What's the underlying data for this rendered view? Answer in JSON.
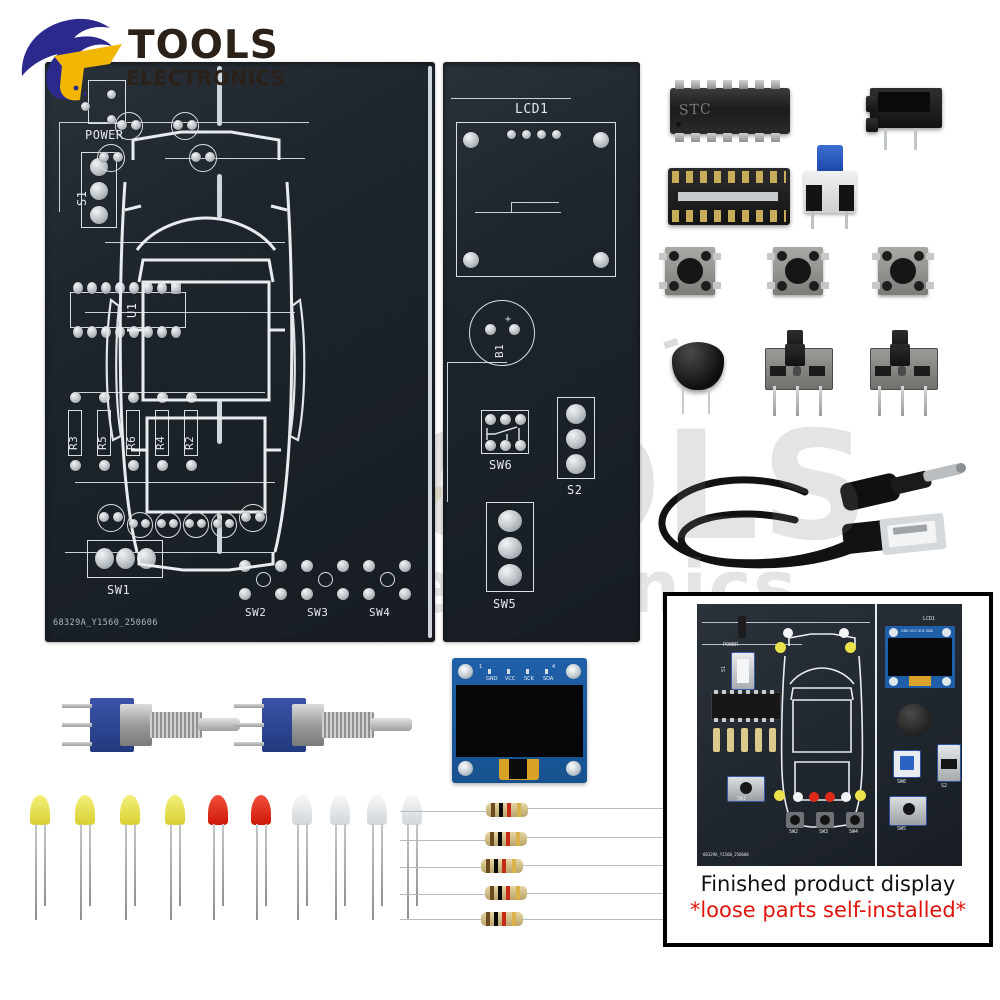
{
  "brand": {
    "logo_icon": "tools-electronics-swoosh-logo",
    "name_top": "TOOLS",
    "name_bottom": "ELECTRONICS",
    "logo_colors": {
      "blue": "#2b2a8c",
      "yellow": "#f2b705",
      "text": "#2b2119"
    }
  },
  "watermark": {
    "line1": "TOOLS",
    "line2": "Electronics"
  },
  "pcb": {
    "board_code": "68329A_Y1560_250606",
    "board_color": "#1d242b",
    "silkscreen_color": "#d8dee3",
    "left_panel": {
      "power_label": "POWER",
      "s1_label": "S1",
      "ic_label": "U1",
      "resistor_labels": [
        "R3",
        "R5",
        "R6",
        "R4",
        "R2"
      ],
      "sw1_label": "SW1",
      "button_labels": [
        "SW2",
        "SW3",
        "SW4"
      ],
      "car_graphic": "car-top-view-silhouette"
    },
    "right_panel": {
      "lcd_label": "LCD1",
      "buzzer_label": "B1",
      "buzzer_polarity": "+",
      "sw6_label": "SW6",
      "s2_label": "S2",
      "sw5_label": "SW5"
    }
  },
  "components": {
    "ic": {
      "name": "STC microcontroller DIP IC",
      "marking": "STC"
    },
    "socket": {
      "name": "16-pin DIP IC socket"
    },
    "dc_jack": {
      "name": "DC power barrel jack"
    },
    "self_lock_switch": {
      "name": "blue self-locking push switch"
    },
    "tact_buttons": {
      "name": "tactile push button",
      "count": 3
    },
    "buzzer": {
      "name": "active buzzer"
    },
    "slide_switches": {
      "name": "SPDT slide switch",
      "count": 2
    },
    "usb_cable": {
      "name": "USB to DC 5.5mm power cable"
    },
    "toggle_switches": {
      "name": "blue toggle switch 3-pin",
      "count": 2
    },
    "oled": {
      "name": "0.96 inch OLED display module",
      "pin_labels": [
        "GND",
        "VCC",
        "SCK",
        "SDA"
      ],
      "pin_index_left": "1",
      "pin_index_right": "4",
      "pcb_color": "#1f5fa8"
    },
    "leds": {
      "name": "5mm LEDs",
      "groups": [
        {
          "color_name": "yellow",
          "hex": "#e8e04a",
          "count": 4
        },
        {
          "color_name": "red",
          "hex": "#e02a1c",
          "count": 2
        },
        {
          "color_name": "white",
          "hex": "#e8eaec",
          "count": 4
        }
      ]
    },
    "resistors": {
      "name": "carbon film resistors",
      "count": 5,
      "band_colors": [
        "#6b4a1f",
        "#000000",
        "#c82a18",
        "#d9b24c"
      ]
    }
  },
  "inset": {
    "caption_line1": "Finished product display",
    "caption_line2": "*loose parts self-installed*",
    "caption_line2_color": "#e0140b",
    "board_code": "68329A_Y1560_250606",
    "labels": {
      "power": "POWER",
      "s1": "S1",
      "lcd1": "LCD1",
      "sw6": "SW6",
      "s2": "S2",
      "sw5": "SW5",
      "sw1": "SW1",
      "sw2": "SW2",
      "sw3": "SW3",
      "sw4": "SW4"
    },
    "oled_pins": "GND VCC SCK SDA"
  }
}
